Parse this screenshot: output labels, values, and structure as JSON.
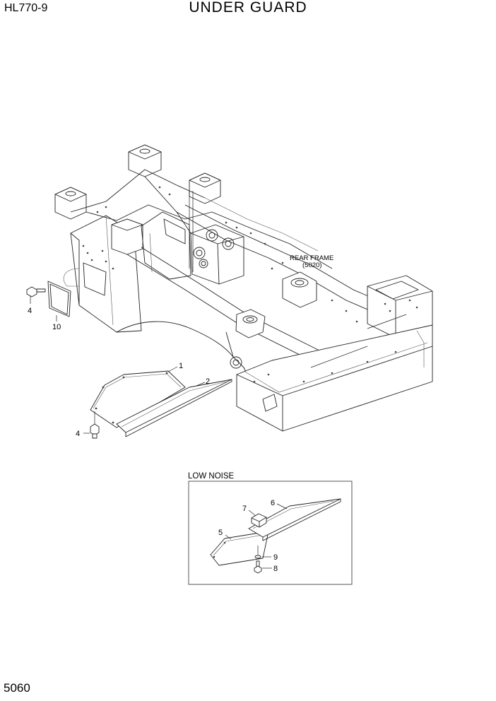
{
  "header": {
    "model": "HL770-9",
    "title": "UNDER GUARD"
  },
  "footer": {
    "page_number": "5060"
  },
  "diagram": {
    "rear_frame_label_line1": "REAR FRAME",
    "rear_frame_label_line2": "(5020)",
    "inset_label": "LOW NOISE",
    "callouts": {
      "c1": "1",
      "c2": "2",
      "c4_top": "4",
      "c4_bottom": "4",
      "c5": "5",
      "c6": "6",
      "c7": "7",
      "c8": "8",
      "c9": "9",
      "c10": "10"
    }
  }
}
